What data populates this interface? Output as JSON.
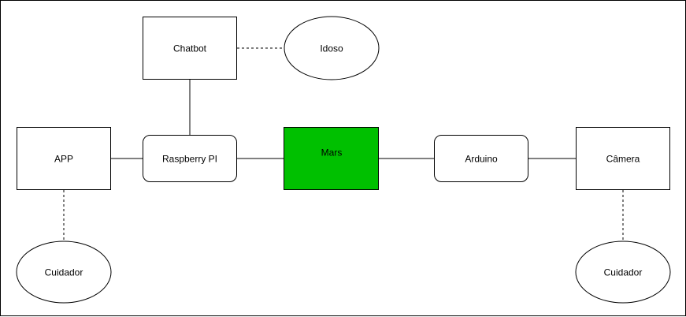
{
  "diagram": {
    "nodes": {
      "chatbot": {
        "label": "Chatbot",
        "shape": "rectangle"
      },
      "idoso": {
        "label": "Idoso",
        "shape": "ellipse"
      },
      "app": {
        "label": "APP",
        "shape": "rectangle"
      },
      "raspberry": {
        "label": "Raspberry PI",
        "shape": "rounded-rectangle"
      },
      "mars": {
        "label": "Mars",
        "shape": "rectangle",
        "fill": "#00c000"
      },
      "arduino": {
        "label": "Arduino",
        "shape": "rounded-rectangle"
      },
      "camera": {
        "label": "Câmera",
        "shape": "rectangle"
      },
      "cuidador_left": {
        "label": "Cuidador",
        "shape": "ellipse"
      },
      "cuidador_right": {
        "label": "Cuidador",
        "shape": "ellipse"
      }
    },
    "edges": [
      {
        "from": "chatbot",
        "to": "idoso",
        "style": "dashed"
      },
      {
        "from": "chatbot",
        "to": "raspberry",
        "style": "solid"
      },
      {
        "from": "app",
        "to": "raspberry",
        "style": "solid"
      },
      {
        "from": "raspberry",
        "to": "mars",
        "style": "solid"
      },
      {
        "from": "mars",
        "to": "arduino",
        "style": "solid"
      },
      {
        "from": "arduino",
        "to": "camera",
        "style": "solid"
      },
      {
        "from": "app",
        "to": "cuidador_left",
        "style": "dashed"
      },
      {
        "from": "camera",
        "to": "cuidador_right",
        "style": "dashed"
      }
    ],
    "colors": {
      "stroke": "#000000",
      "background": "#ffffff",
      "accent": "#00c000"
    }
  }
}
